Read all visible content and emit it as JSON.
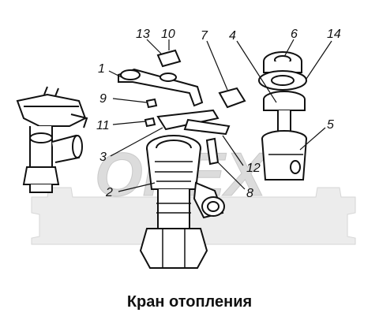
{
  "title": "Кран отопления",
  "watermark": {
    "text": "OPEX"
  },
  "callouts": [
    {
      "id": "p1",
      "label": "1"
    },
    {
      "id": "p2",
      "label": "2"
    },
    {
      "id": "p3",
      "label": "3"
    },
    {
      "id": "p4",
      "label": "4"
    },
    {
      "id": "p5",
      "label": "5"
    },
    {
      "id": "p6",
      "label": "6"
    },
    {
      "id": "p7",
      "label": "7"
    },
    {
      "id": "p8",
      "label": "8"
    },
    {
      "id": "p9",
      "label": "9"
    },
    {
      "id": "p10",
      "label": "10"
    },
    {
      "id": "p11",
      "label": "11"
    },
    {
      "id": "p12",
      "label": "12"
    },
    {
      "id": "p13",
      "label": "13"
    },
    {
      "id": "p14",
      "label": "14"
    }
  ],
  "colors": {
    "ink": "#111111",
    "watermark": "#d8d8d8",
    "background": "#ffffff"
  }
}
